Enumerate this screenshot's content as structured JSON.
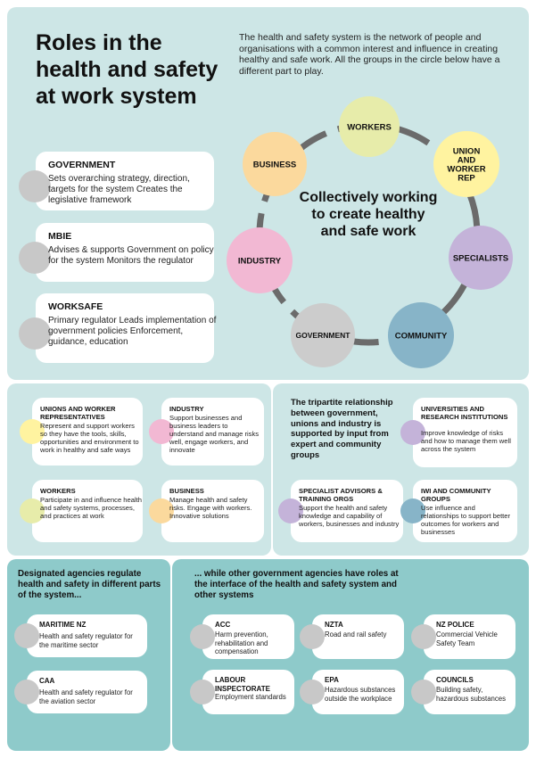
{
  "title": "Roles in the health and safety at work system",
  "intro": "The health and safety system is the network of people and organisations with a common interest and influence in creating healthy and safe work. All the groups in the circle below have a different part to play.",
  "circle": {
    "center": "Collectively working to create healthy and safe work",
    "nodes": [
      {
        "label": "WORKERS",
        "color": "#e7ecaa"
      },
      {
        "label": "UNION AND WORKER REP",
        "color": "#fff3a0"
      },
      {
        "label": "SPECIALISTS",
        "color": "#c4b3d9"
      },
      {
        "label": "COMMUNITY",
        "color": "#87b4c8"
      },
      {
        "label": "GOVERNMENT",
        "color": "#cccccc"
      },
      {
        "label": "INDUSTRY",
        "color": "#f2b8d3"
      },
      {
        "label": "BUSINESS",
        "color": "#fbd99d"
      }
    ],
    "ring_color": "#6b6b6b"
  },
  "gov_cards": [
    {
      "title": "GOVERNMENT",
      "body": "Sets overarching  strategy, direction, targets for the system Creates the legislative framework"
    },
    {
      "title": "MBIE",
      "body": "Advises & supports Government on policy for the system Monitors the regulator"
    },
    {
      "title": "WORKSAFE",
      "body": "Primary regulator Leads implementation of government policies Enforcement, guidance, education"
    }
  ],
  "mid_left": [
    {
      "title": "UNIONS AND WORKER REPRESENTATIVES",
      "body": "Represent and support workers so they have the tools, skills, opportunities and environment to work in healthy and safe ways",
      "color": "#fff3a0"
    },
    {
      "title": "INDUSTRY",
      "body": "Support businesses and business leaders to understand and manage risks well, engage workers, and innovate",
      "color": "#f2b8d3"
    },
    {
      "title": "WORKERS",
      "body": "Participate in and influence health and safety systems, processes, and practices at work",
      "color": "#e7ecaa"
    },
    {
      "title": "BUSINESS",
      "body": "Manage health and safety risks. Engage with workers. Innovative solutions",
      "color": "#fbd99d"
    }
  ],
  "tripartite": "The tripartite relationship between government, unions and industry is supported by input from expert and community groups",
  "mid_right": [
    {
      "title": "UNIVERSITIES AND RESEARCH INSTITUTIONS",
      "body": "Improve knowledge of risks and how to manage them well across the system",
      "color": "#c4b3d9"
    },
    {
      "title": "SPECIALIST ADVISORS & TRAINING ORGS",
      "body": "Support the  health and safety knowledge and capability of workers, businesses and industry",
      "color": "#c4b3d9"
    },
    {
      "title": "IWI AND COMMUNITY GROUPS",
      "body": "Use influence and relationships to support better outcomes for workers and businesses",
      "color": "#87b4c8"
    }
  ],
  "designated_heading": "Designated agencies regulate health and safety in different parts of the system...",
  "designated": [
    {
      "title": "MARITIME NZ",
      "body": "Health and safety regulator for the maritime sector"
    },
    {
      "title": "CAA",
      "body": "Health and safety regulator for the aviation sector"
    }
  ],
  "other_heading": "... while other government agencies have roles at the interface of the health and safety system  and other systems",
  "other": [
    {
      "title": "ACC",
      "body": "Harm prevention, rehabilitation and compensation"
    },
    {
      "title": "NZTA",
      "body": "Road and rail safety"
    },
    {
      "title": "NZ POLICE",
      "body": "Commercial Vehicle Safety Team"
    },
    {
      "title": "LABOUR INSPECTORATE",
      "body": "Employment standards"
    },
    {
      "title": "EPA",
      "body": "Hazardous substances outside the workplace"
    },
    {
      "title": "COUNCILS",
      "body": "Building safety, hazardous substances"
    }
  ]
}
